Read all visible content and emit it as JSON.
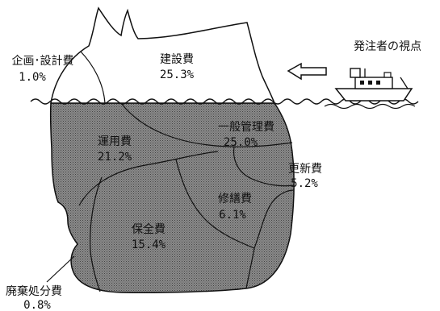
{
  "colors": {
    "underwater_fill": "#7a7a7a",
    "above_water_fill": "#ffffff",
    "outline": "#111111"
  },
  "observer": {
    "label": "発注者の視点",
    "icons": [
      "arrow-left-icon",
      "ship-icon"
    ]
  },
  "segments": [
    {
      "key": "planning",
      "name": "企画･設計費",
      "value": "1.0%"
    },
    {
      "key": "construction",
      "name": "建設費",
      "value": "25.3%"
    },
    {
      "key": "operation",
      "name": "運用費",
      "value": "21.2%"
    },
    {
      "key": "general",
      "name": "一般管理費",
      "value": "25.0%"
    },
    {
      "key": "renewal",
      "name": "更新費",
      "value": "5.2%"
    },
    {
      "key": "repair",
      "name": "修繕費",
      "value": "6.1%"
    },
    {
      "key": "maintenance",
      "name": "保全費",
      "value": "15.4%"
    },
    {
      "key": "disposal",
      "name": "廃棄処分費",
      "value": "0.8%"
    }
  ]
}
